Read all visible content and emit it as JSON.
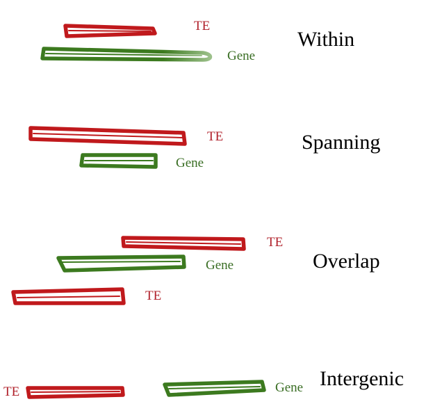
{
  "colors": {
    "te": "#c0191c",
    "gene": "#3c7a1f",
    "te_text": "#b0202a",
    "gene_text": "#3a6e24",
    "category_text": "#000000"
  },
  "labels": {
    "te": "TE",
    "gene": "Gene"
  },
  "categories": [
    {
      "name": "Within"
    },
    {
      "name": "Spanning"
    },
    {
      "name": "Overlap"
    },
    {
      "name": "Intergenic"
    }
  ]
}
